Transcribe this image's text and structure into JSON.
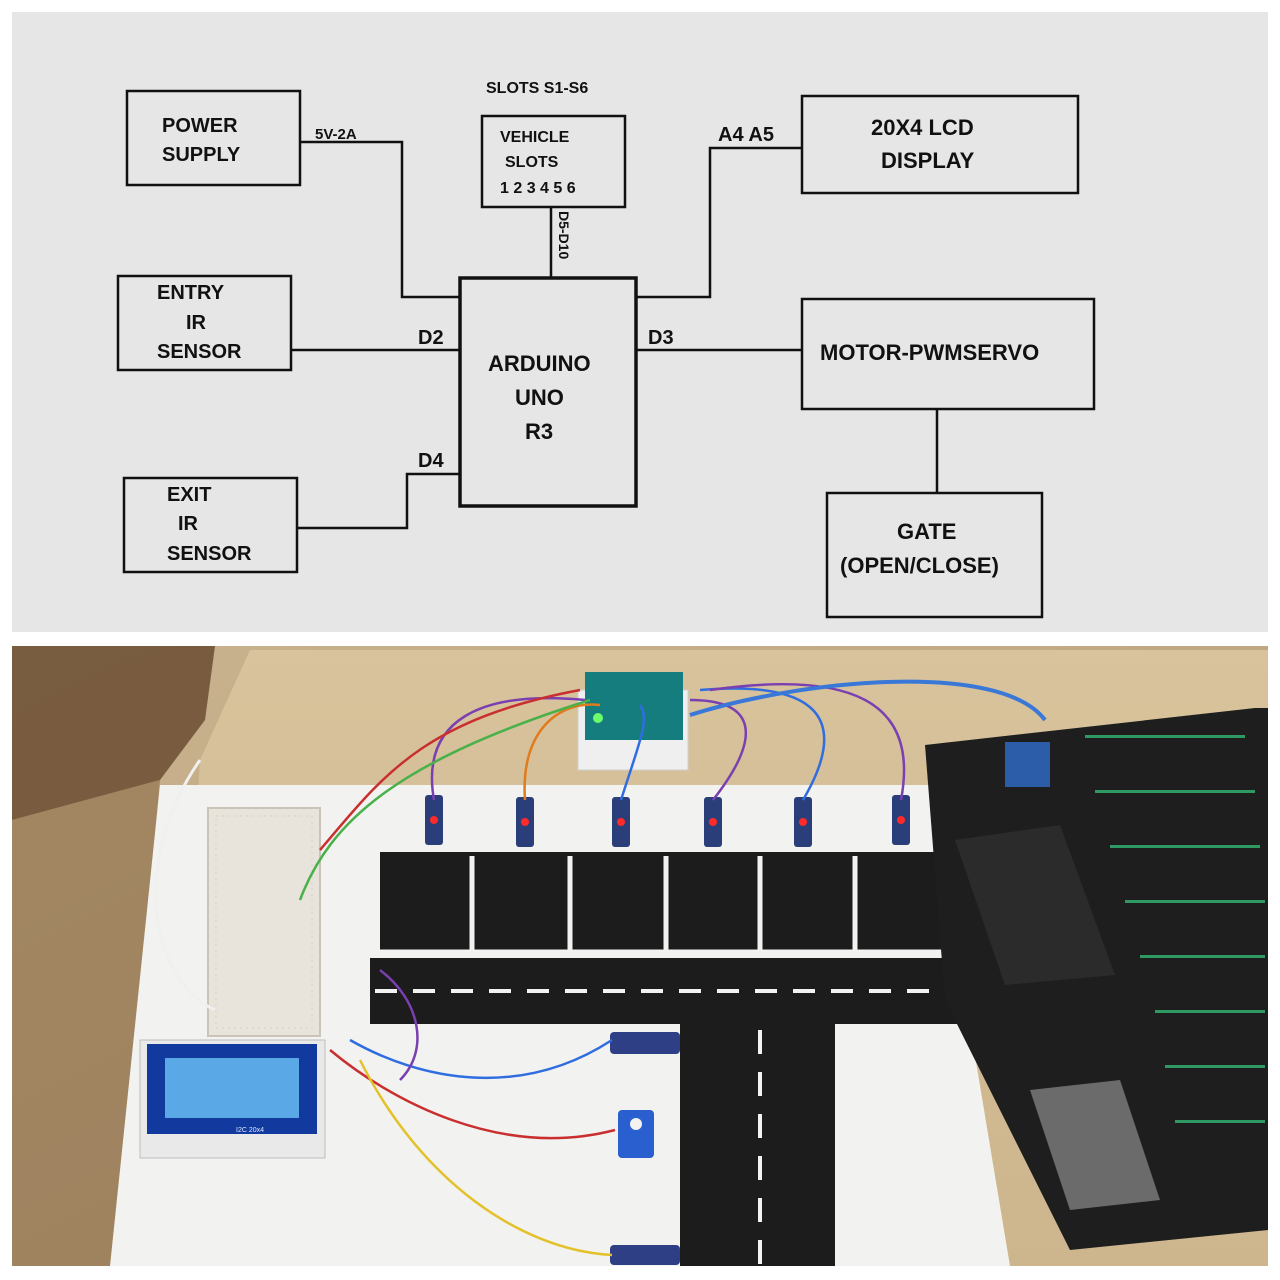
{
  "diagram": {
    "blocks": {
      "power": [
        "POWER",
        "SUPPLY"
      ],
      "vehicle": [
        "VEHICLE",
        "SLOTS",
        "1 2 3 4 5 6"
      ],
      "lcd": [
        "20X4 LCD",
        "DISPLAY"
      ],
      "entry": [
        "ENTRY",
        "IR",
        "SENSOR"
      ],
      "arduino": [
        "ARDUINO",
        "UNO",
        "R3"
      ],
      "motor": [
        "MOTOR-PWMSERVO"
      ],
      "exit": [
        "EXIT",
        "IR",
        "SENSOR"
      ],
      "gate": [
        "GATE",
        "(OPEN/CLOSE)"
      ]
    },
    "labels": {
      "slots_title": "SLOTS S1-S6",
      "power_wire": "5V-2A",
      "slots_wire": "D5-D10",
      "lcd_wire": "A4 A5",
      "entry_wire": "D2",
      "motor_wire": "D3",
      "exit_wire": "D4"
    },
    "connections": [
      [
        "power",
        "arduino"
      ],
      [
        "vehicle",
        "arduino"
      ],
      [
        "arduino",
        "lcd"
      ],
      [
        "entry",
        "arduino"
      ],
      [
        "arduino",
        "motor"
      ],
      [
        "exit",
        "arduino"
      ],
      [
        "motor",
        "gate"
      ]
    ]
  },
  "photo": {
    "lcd_brand": "I2C 20x4"
  },
  "colors": {
    "diagram_bg": "#e6e6e6",
    "line": "#111111",
    "road": "#1c1c1c",
    "board": "#f2f2f0",
    "lcd_screen": "#5aa9e6"
  }
}
